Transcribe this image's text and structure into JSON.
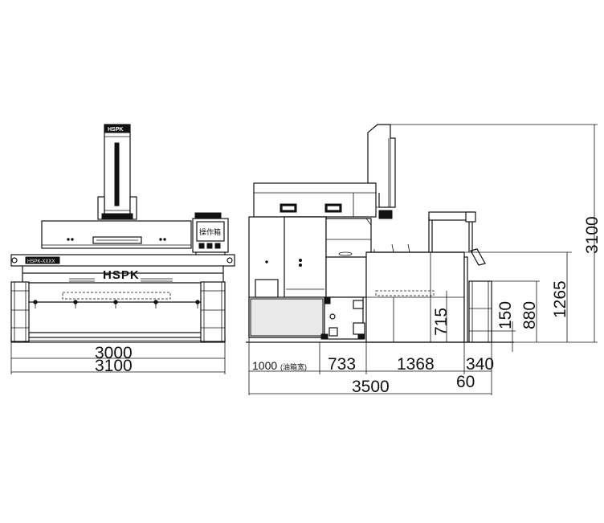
{
  "front_view": {
    "logo": "HSPK",
    "panel_text": "操作箱",
    "dim_width_inner": "3000",
    "dim_width_outer": "3100"
  },
  "side_view": {
    "dim_total_height": "3100",
    "dim_table_height": "1265",
    "dim_880": "880",
    "dim_150": "150",
    "dim_715": "715",
    "dim_1000": "1000",
    "dim_1000_note": "(油箱宽)",
    "dim_733": "733",
    "dim_1368": "1368",
    "dim_340": "340",
    "dim_60": "60",
    "dim_total_depth": "3500"
  }
}
